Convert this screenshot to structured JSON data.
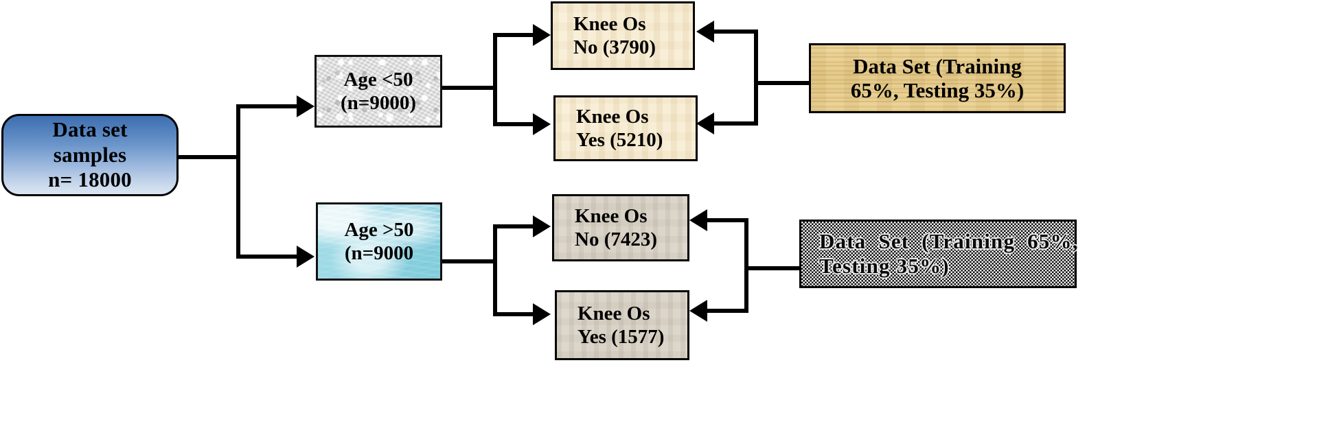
{
  "diagram": {
    "title": "Knee Osteoarthritis Dataset Partition Flowchart",
    "type": "flowchart",
    "colors": {
      "root_fill_top": "#3f6fb0",
      "root_fill_bottom": "#dce6f2",
      "age_low_fill": "#e8e8e8",
      "age_high_fill": "#a8dde8",
      "cream_fill": "#f7ecd2",
      "greige_fill": "#d8d2c6",
      "tan_fill": "#e4c882",
      "dark_fill": "#2b2b2b",
      "stroke": "#000000",
      "text": "#000000",
      "background": "#ffffff"
    }
  },
  "nodes": {
    "root": {
      "id": "root",
      "lines": [
        "Data set",
        "samples",
        "n= 18000"
      ],
      "count": 18000,
      "shape": "rounded-rectangle",
      "fill": "blue-gradient"
    },
    "age_low": {
      "id": "age-under-50",
      "lines": [
        "Age <50",
        "(n=9000)"
      ],
      "count": 9000,
      "shape": "rectangle",
      "fill": "gray-noise-texture"
    },
    "age_high": {
      "id": "age-over-50",
      "lines": [
        "Age >50",
        "(n=9000"
      ],
      "count": 9000,
      "shape": "rectangle",
      "fill": "aqua-water-texture"
    },
    "knee_no_young": {
      "id": "knee-os-no-young",
      "lines": [
        "Knee Os",
        "No (3790)"
      ],
      "count": 3790,
      "outcome": "No",
      "shape": "rectangle",
      "fill": "cream-paper-texture"
    },
    "knee_yes_young": {
      "id": "knee-os-yes-young",
      "lines": [
        "Knee Os",
        "Yes (5210)"
      ],
      "count": 5210,
      "outcome": "Yes",
      "shape": "rectangle",
      "fill": "cream-paper-texture"
    },
    "knee_no_old": {
      "id": "knee-os-no-old",
      "lines": [
        "Knee Os",
        "No (7423)"
      ],
      "count": 7423,
      "outcome": "No",
      "shape": "rectangle",
      "fill": "greige-texture"
    },
    "knee_yes_old": {
      "id": "knee-os-yes-old",
      "lines": [
        "Knee Os",
        "Yes (1577)"
      ],
      "count": 1577,
      "outcome": "Yes",
      "shape": "rectangle",
      "fill": "greige-texture"
    },
    "dataset_top": {
      "id": "data-set-split-top",
      "lines": [
        "Data Set (Training",
        "65%, Testing 35%)"
      ],
      "training_pct": 65,
      "testing_pct": 35,
      "shape": "rectangle",
      "fill": "tan-woodgrain-texture"
    },
    "dataset_bottom": {
      "id": "data-set-split-bottom",
      "lines": [
        "Data  Set  (Training  65%,",
        "Testing 35%)"
      ],
      "training_pct": 65,
      "testing_pct": 35,
      "shape": "rectangle",
      "fill": "dark-checkered-texture"
    }
  }
}
